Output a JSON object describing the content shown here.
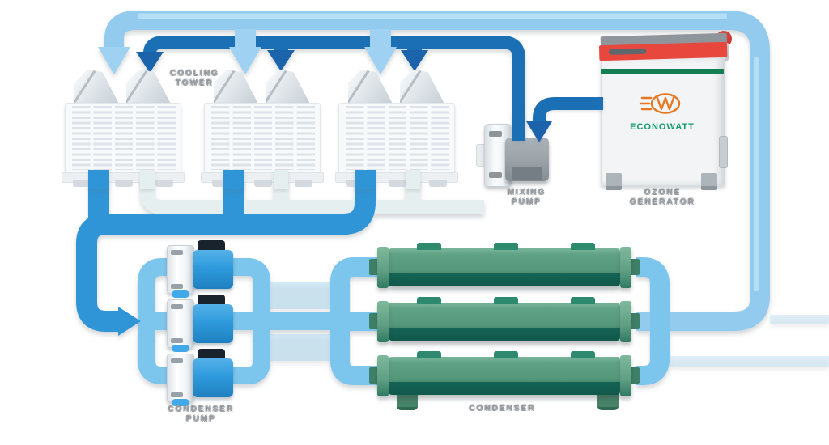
{
  "diagram": {
    "background": "#FFFFFF",
    "labels": {
      "cooling_tower_line1": "COOLING",
      "cooling_tower_line2": "TOWER",
      "mixing_pump_line1": "MIXING",
      "mixing_pump_line2": "PUMP",
      "ozone_generator_line1": "OZONE",
      "ozone_generator_line2": "GENERATOR",
      "condenser_pump_line1": "CONDENSER",
      "condenser_pump_line2": "PUMP",
      "condenser": "CONDENSER",
      "brand": "ECONOWATT"
    },
    "equipment_counts": {
      "cooling_towers": 3,
      "condenser_pumps": 3,
      "condensers": 3
    },
    "colors": {
      "pipe_light_header": "#93CBEF",
      "pipe_light_loop": "#7CC6EE",
      "pipe_dark_blue": "#1B6FB4",
      "pipe_dark_arrow": "#1B64AC",
      "pipe_medium_blue": "#3095D6",
      "pipe_pale_return": "#E6EFEF",
      "condenser_green": "#55977A",
      "condenser_dark_green": "#156455",
      "pump_housing_blue": "#2F9BDC",
      "ozone_lid_red": "#E8473E",
      "ozone_stripe_green": "#157F54",
      "brand_logo_orange": "#E87722",
      "brand_text_green": "#129B6B",
      "label_gray": "#9BA1A6"
    }
  }
}
